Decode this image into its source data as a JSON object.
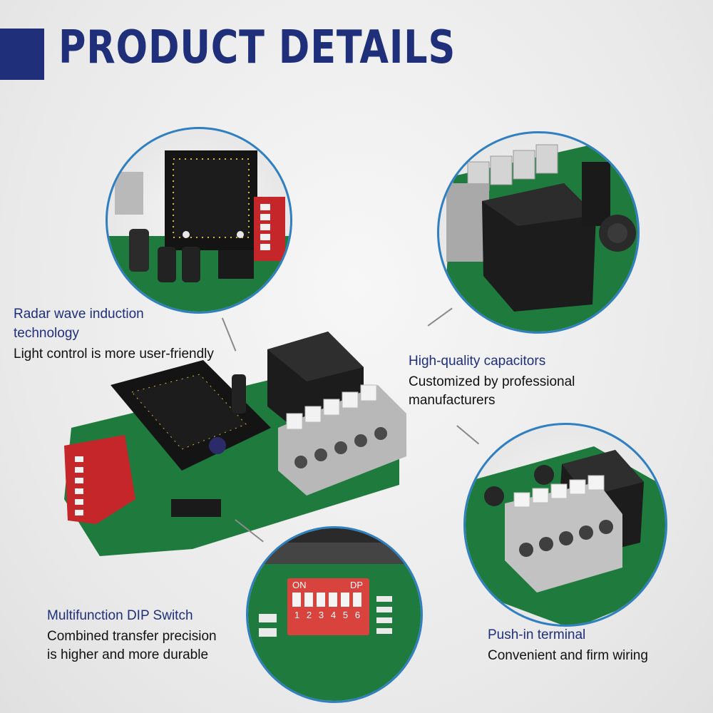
{
  "header": {
    "title": "PRODUCT DETAILS"
  },
  "features": {
    "radar": {
      "heading_line1": "Radar wave induction",
      "heading_line2": "technology",
      "desc": "Light control is more user-friendly"
    },
    "capacitors": {
      "heading": "High-quality capacitors",
      "desc_line1": "Customized by professional",
      "desc_line2": "manufacturers"
    },
    "dip": {
      "heading": "Multifunction DIP Switch",
      "desc_line1": "Combined transfer precision",
      "desc_line2": "is higher and more durable"
    },
    "terminal": {
      "heading": "Push-in terminal",
      "desc": "Convenient and firm wiring"
    }
  },
  "dip_switch": {
    "on_label": "ON",
    "dp_label": "DP",
    "numbers": [
      "1",
      "2",
      "3",
      "4",
      "5",
      "6"
    ]
  },
  "colors": {
    "title": "#1f2f7a",
    "circle_border": "#2f7fc1",
    "pcb_green": "#1f7a3d"
  }
}
